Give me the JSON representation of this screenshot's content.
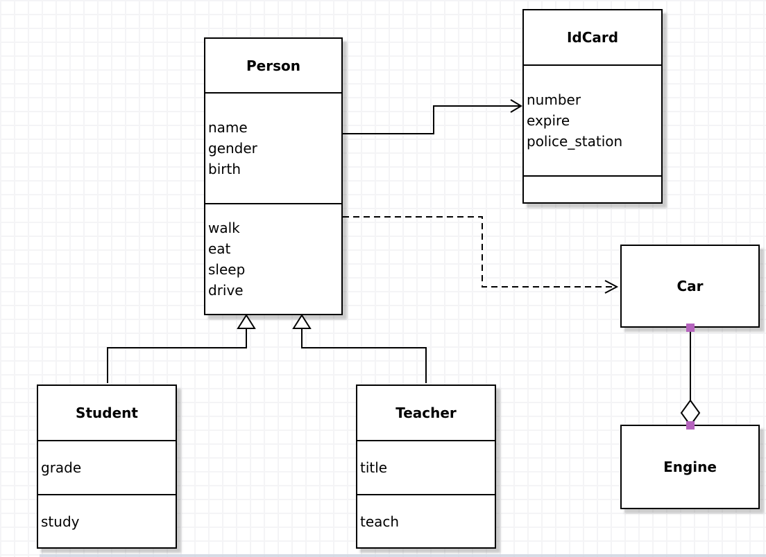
{
  "diagram": {
    "classes": {
      "person": {
        "name": "Person",
        "attributes": [
          "name",
          "gender",
          "birth"
        ],
        "methods": [
          "walk",
          "eat",
          "sleep",
          "drive"
        ]
      },
      "idcard": {
        "name": "IdCard",
        "attributes": [
          "number",
          "expire",
          "police_station"
        ],
        "methods": []
      },
      "car": {
        "name": "Car",
        "attributes": [],
        "methods": []
      },
      "engine": {
        "name": "Engine",
        "attributes": [],
        "methods": []
      },
      "student": {
        "name": "Student",
        "attributes": [
          "grade"
        ],
        "methods": [
          "study"
        ]
      },
      "teacher": {
        "name": "Teacher",
        "attributes": [
          "title"
        ],
        "methods": [
          "teach"
        ]
      }
    },
    "relationships": [
      {
        "from": "Person",
        "to": "IdCard",
        "type": "association",
        "line": "solid",
        "arrow": "open-arrow"
      },
      {
        "from": "Person",
        "to": "Car",
        "type": "dependency",
        "line": "dashed",
        "arrow": "open-arrow"
      },
      {
        "from": "Student",
        "to": "Person",
        "type": "generalization",
        "line": "solid",
        "arrow": "hollow-triangle"
      },
      {
        "from": "Teacher",
        "to": "Person",
        "type": "generalization",
        "line": "solid",
        "arrow": "hollow-triangle"
      },
      {
        "from": "Car",
        "to": "Engine",
        "type": "aggregation",
        "line": "solid",
        "arrow": "hollow-diamond"
      }
    ],
    "colors": {
      "box_border": "#000000",
      "box_fill": "#ffffff",
      "connection_handle": "#b563bd",
      "grid_line": "#f4f4f6",
      "shadow": "#8c8c8c"
    }
  }
}
